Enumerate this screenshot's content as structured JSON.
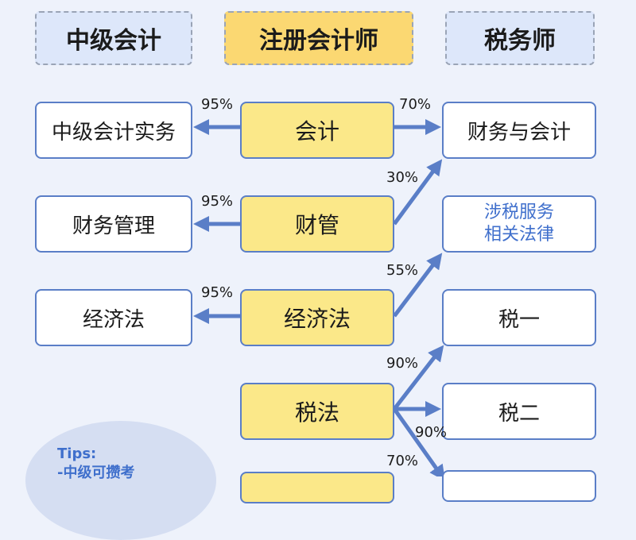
{
  "headers": {
    "left": "中级会计",
    "middle": "注册会计师",
    "right": "税务师"
  },
  "left_boxes": [
    "中级会计实务",
    "财务管理",
    "经济法"
  ],
  "middle_boxes": [
    "会计",
    "财管",
    "经济法",
    "税法"
  ],
  "right_boxes": {
    "finance": "财务与会计",
    "law_line1": "涉税服务",
    "law_line2": "相关法律",
    "tax1": "税一",
    "tax2": "税二"
  },
  "percentages": {
    "acc_left": "95%",
    "acc_right": "70%",
    "mgmt_left": "95%",
    "mgmt_right": "30%",
    "law_left": "95%",
    "law_right": "55%",
    "tax_up": "90%",
    "tax_mid": "90%",
    "tax_low": "70%"
  },
  "tips": {
    "title": "Tips:",
    "line1": "-中级可攒考"
  },
  "colors": {
    "arrow": "#5a7ec7",
    "middle_fill": "#fbe889",
    "header_mid": "#fbd872",
    "header_side": "#dde7fa",
    "background": "#eef2fb"
  }
}
